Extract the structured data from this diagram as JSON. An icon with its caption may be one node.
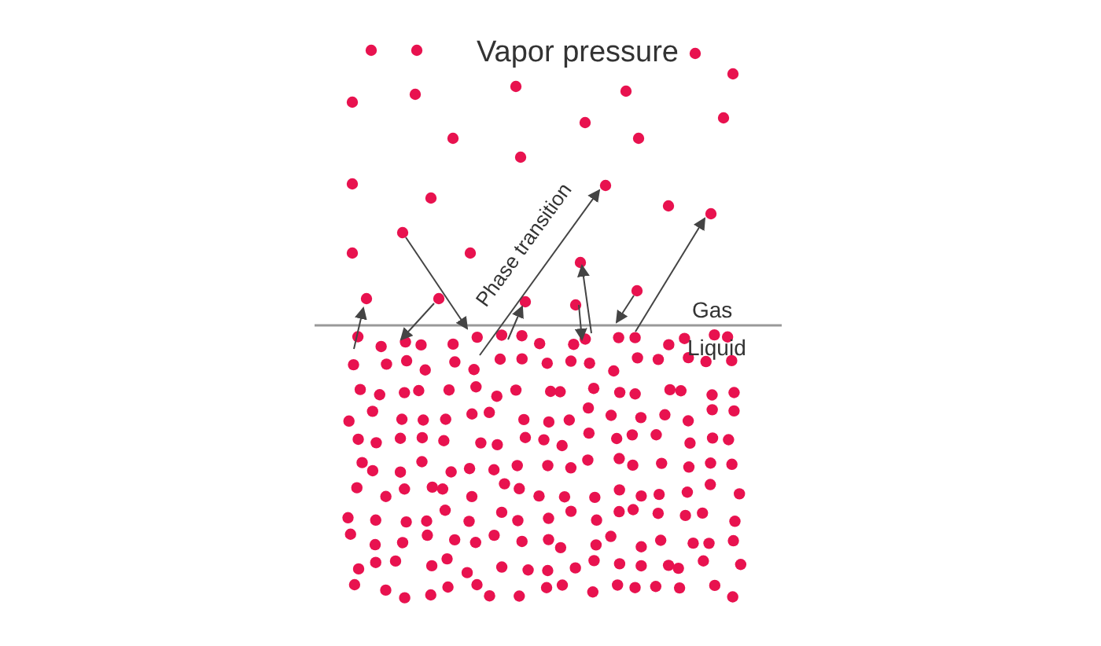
{
  "diagram": {
    "title": "Vapor pressure",
    "labels": [
      "Phase transition",
      "Gas",
      "Liquid"
    ]
  }
}
